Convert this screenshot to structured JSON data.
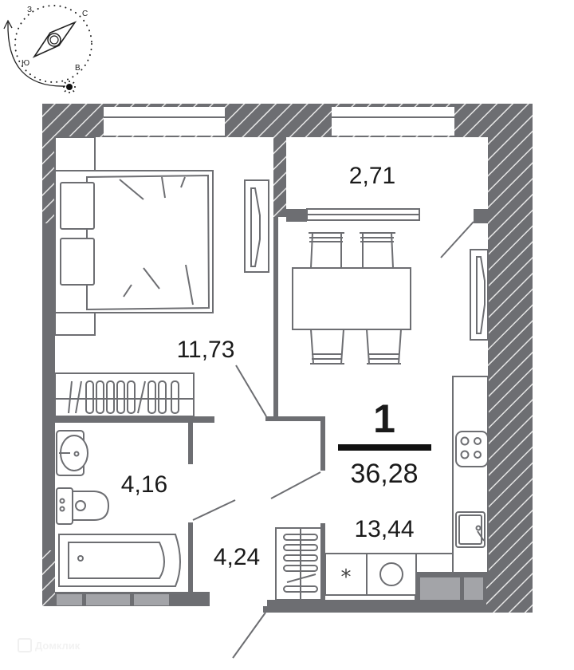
{
  "compass": {
    "letters": {
      "north": "С",
      "west": "З",
      "south": "Ю",
      "east": "В"
    },
    "sun_icon": "sun-icon",
    "rotation_arrow": "arrow-curved-icon"
  },
  "apartment": {
    "rooms_count": "1",
    "total_area": "36,28"
  },
  "rooms": [
    {
      "name": "bedroom",
      "area": "11,73"
    },
    {
      "name": "balcony",
      "area": "2,71"
    },
    {
      "name": "kitchen-living",
      "area": "13,44"
    },
    {
      "name": "bathroom",
      "area": "4,16"
    },
    {
      "name": "hallway",
      "area": "4,24"
    }
  ],
  "furniture": [
    "bed",
    "pillows",
    "tv",
    "dining-table",
    "chairs",
    "wardrobe",
    "sink",
    "toilet",
    "bathtub",
    "radiator",
    "stove",
    "kitchen-sink",
    "fridge",
    "washing-machine"
  ],
  "colors": {
    "wall": "#6d6e72",
    "hatch_bg": "#6d6e72",
    "hatch_line": "#e6e6e6",
    "line": "#6d6e72",
    "window_gray": "#a3a4a8",
    "text": "#1a1a1a"
  },
  "watermark": {
    "text": "Домклик"
  }
}
